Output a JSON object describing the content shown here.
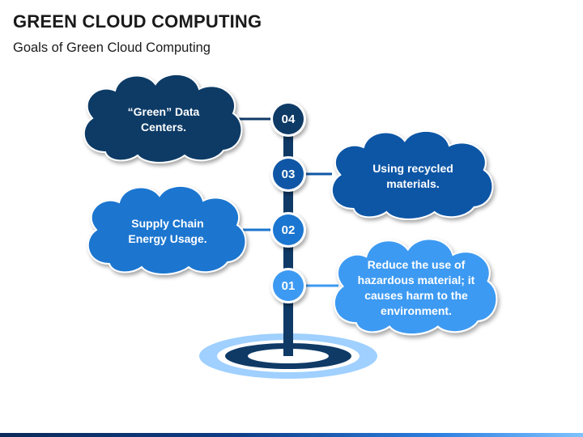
{
  "header": {
    "title": "GREEN CLOUD COMPUTING",
    "subtitle": "Goals of Green Cloud Computing"
  },
  "steps": [
    {
      "number": "04",
      "text": "“Green” Data\nCenters.",
      "side": "left",
      "color": "#0e3a66"
    },
    {
      "number": "03",
      "text": "Using recycled\nmaterials.",
      "side": "right",
      "color": "#0f57a6"
    },
    {
      "number": "02",
      "text": "Supply Chain\nEnergy Usage.",
      "side": "left",
      "color": "#1a76d0"
    },
    {
      "number": "01",
      "text": "Reduce the use of\nhazardous material; it\ncauses harm to the\nenvironment.",
      "side": "right",
      "color": "#3d9af2"
    }
  ],
  "colors": {
    "stem": "#0f3a66",
    "target_outer": "#9fd0ff",
    "target_ring": "#0f3a66"
  }
}
